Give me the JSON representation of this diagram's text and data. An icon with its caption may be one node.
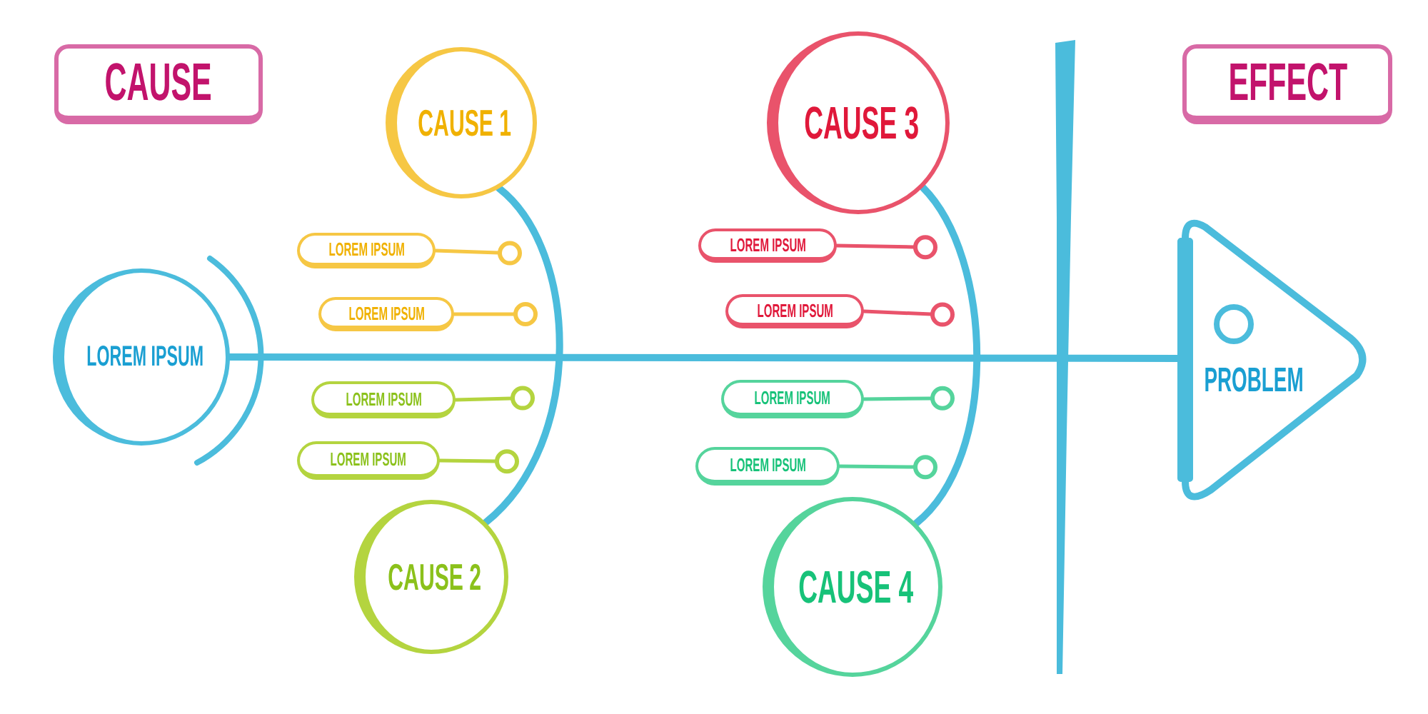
{
  "diagram": {
    "nodes": [
      {
        "text": [
          "CAUSE"
        ]
      },
      {
        "text": [
          "LOREM IPSUM"
        ]
      },
      {
        "text": [
          "CAUSE 1"
        ]
      },
      {
        "text": [
          "LOREM IPSUM"
        ]
      },
      {
        "text": [
          "LOREM IPSUM"
        ]
      },
      {
        "text": [
          "LOREM IPSUM"
        ]
      },
      {
        "text": [
          "LOREM IPSUM"
        ]
      },
      {
        "text": [
          "CAUSE 2"
        ]
      },
      {
        "text": [
          "CAUSE 3"
        ]
      },
      {
        "text": [
          "LOREM IPSUM"
        ]
      },
      {
        "text": [
          "LOREM IPSUM"
        ]
      },
      {
        "text": [
          "LOREM IPSUM"
        ]
      },
      {
        "text": [
          "LOREM IPSUM"
        ]
      },
      {
        "text": [
          "CAUSE 4"
        ]
      },
      {
        "text": [],
        "shape": "bar"
      },
      {
        "text": [
          "EFFECT"
        ]
      },
      {
        "text": [
          "PROBLEM"
        ]
      }
    ],
    "edges": [
      {
        "from": 1,
        "to": 16,
        "arrow": "none",
        "style": "thick"
      },
      {
        "from": 2,
        "to": 7,
        "arrow": "none",
        "style": "thick"
      },
      {
        "from": 8,
        "to": 13,
        "arrow": "none",
        "style": "thick"
      },
      {
        "from": 3,
        "to": null,
        "arrow": "other",
        "color": "#f6c744"
      },
      {
        "from": 4,
        "to": null,
        "arrow": "other",
        "color": "#f6c744"
      },
      {
        "from": 5,
        "to": null,
        "arrow": "other",
        "color": "#b4d43f"
      },
      {
        "from": 6,
        "to": null,
        "arrow": "other",
        "color": "#b4d43f"
      },
      {
        "from": 9,
        "to": null,
        "arrow": "other",
        "color": "#e9536b"
      },
      {
        "from": 10,
        "to": null,
        "arrow": "other",
        "color": "#e9536b"
      },
      {
        "from": 11,
        "to": null,
        "arrow": "other",
        "color": "#55d49c"
      },
      {
        "from": 12,
        "to": null,
        "arrow": "other",
        "color": "#55d49c"
      }
    ]
  }
}
